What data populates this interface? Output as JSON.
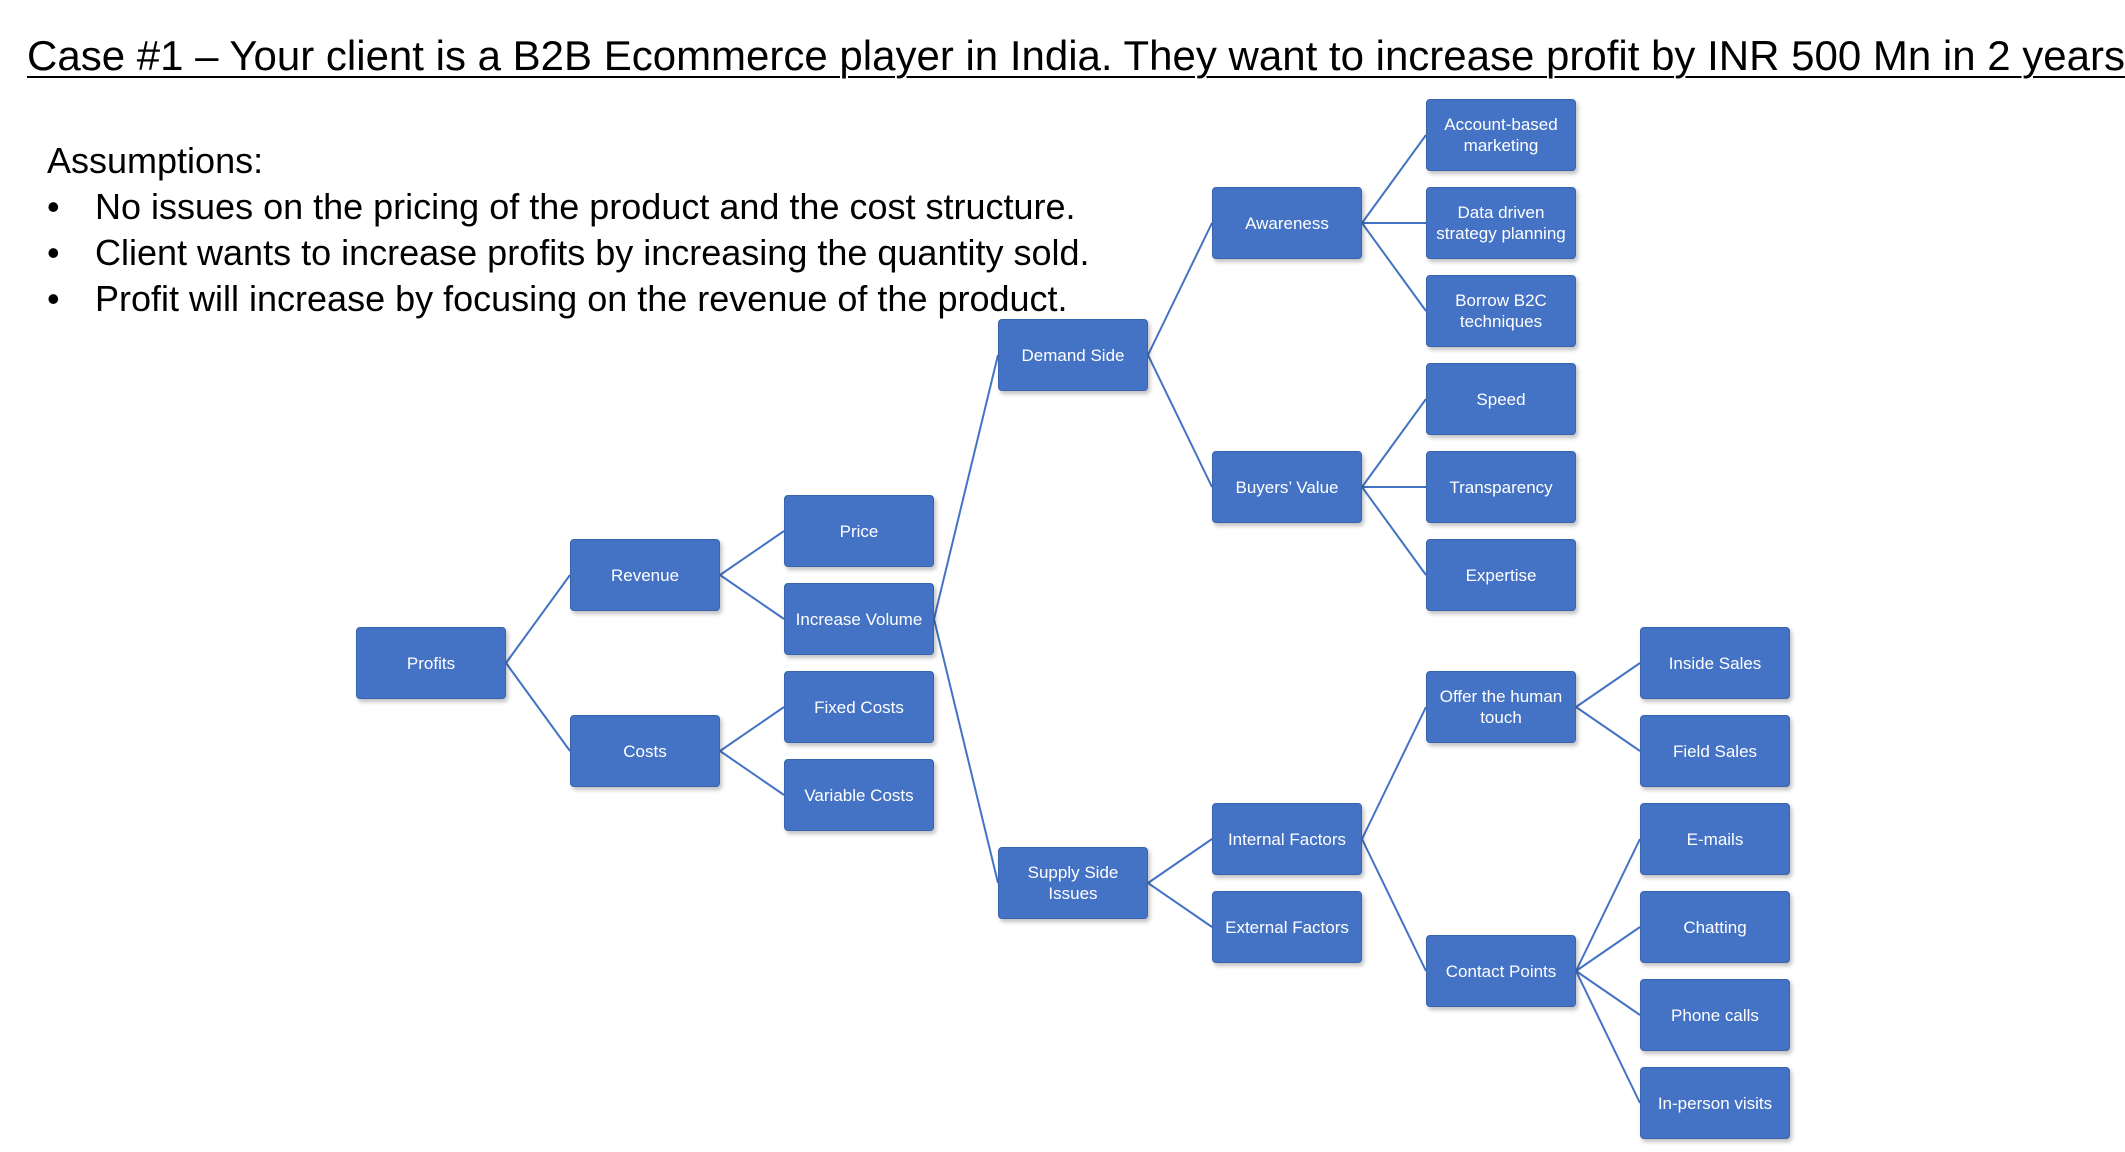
{
  "title": "Case #1 – Your client is a B2B Ecommerce player in India. They want to increase profit by INR 500 Mn in 2 years",
  "assumptions": {
    "heading": "Assumptions:",
    "items": [
      "No issues on the pricing of the product and the cost structure.",
      "Client wants to increase profits by increasing the quantity sold.",
      "Profit will increase by focusing on the revenue of the product."
    ]
  },
  "colors": {
    "node_fill": "#4472C4",
    "connector": "#4472C4"
  },
  "tree": {
    "profits": "Profits",
    "revenue": "Revenue",
    "costs": "Costs",
    "price": "Price",
    "increase_volume": "Increase Volume",
    "fixed_costs": "Fixed Costs",
    "variable_costs": "Variable Costs",
    "demand_side": "Demand Side",
    "supply_side": "Supply Side Issues",
    "awareness": "Awareness",
    "buyers_value": "Buyers’ Value",
    "internal_factors": "Internal Factors",
    "external_factors": "External Factors",
    "account_marketing": "Account-based marketing",
    "data_driven": "Data driven strategy planning",
    "borrow_b2c": "Borrow B2C techniques",
    "speed": "Speed",
    "transparency": "Transparency",
    "expertise": "Expertise",
    "human_touch": "Offer the human touch",
    "contact_points": "Contact Points",
    "inside_sales": "Inside Sales",
    "field_sales": "Field Sales",
    "emails": "E-mails",
    "chatting": "Chatting",
    "phone_calls": "Phone calls",
    "in_person": "In-person visits"
  }
}
